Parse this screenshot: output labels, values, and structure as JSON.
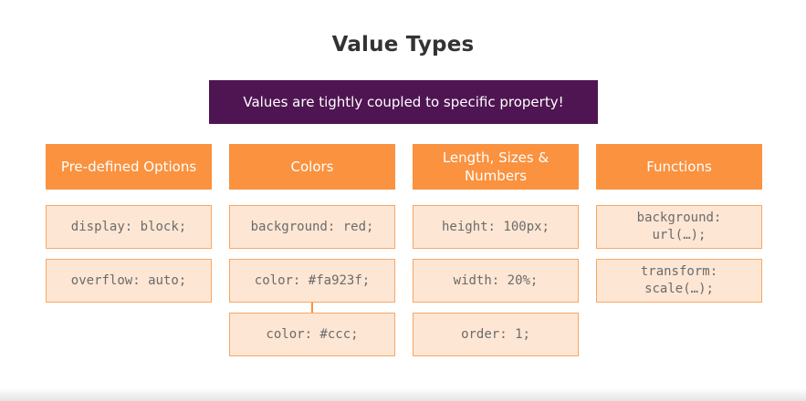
{
  "title": "Value Types",
  "banner": "Values are tightly coupled to specific property!",
  "columns": [
    {
      "header": "Pre-defined Options",
      "items": [
        "display: block;",
        "overflow: auto;"
      ]
    },
    {
      "header": "Colors",
      "items": [
        "background: red;",
        "color: #fa923f;",
        "color: #ccc;"
      ]
    },
    {
      "header": "Length, Sizes & Numbers",
      "items": [
        "height: 100px;",
        "width: 20%;",
        "order: 1;"
      ]
    },
    {
      "header": "Functions",
      "items": [
        "background: url(…);",
        "transform: scale(…);"
      ]
    }
  ],
  "colors": {
    "accent": "#fa923f",
    "banner": "#4f1552",
    "cell_fill": "#fde6d3"
  }
}
